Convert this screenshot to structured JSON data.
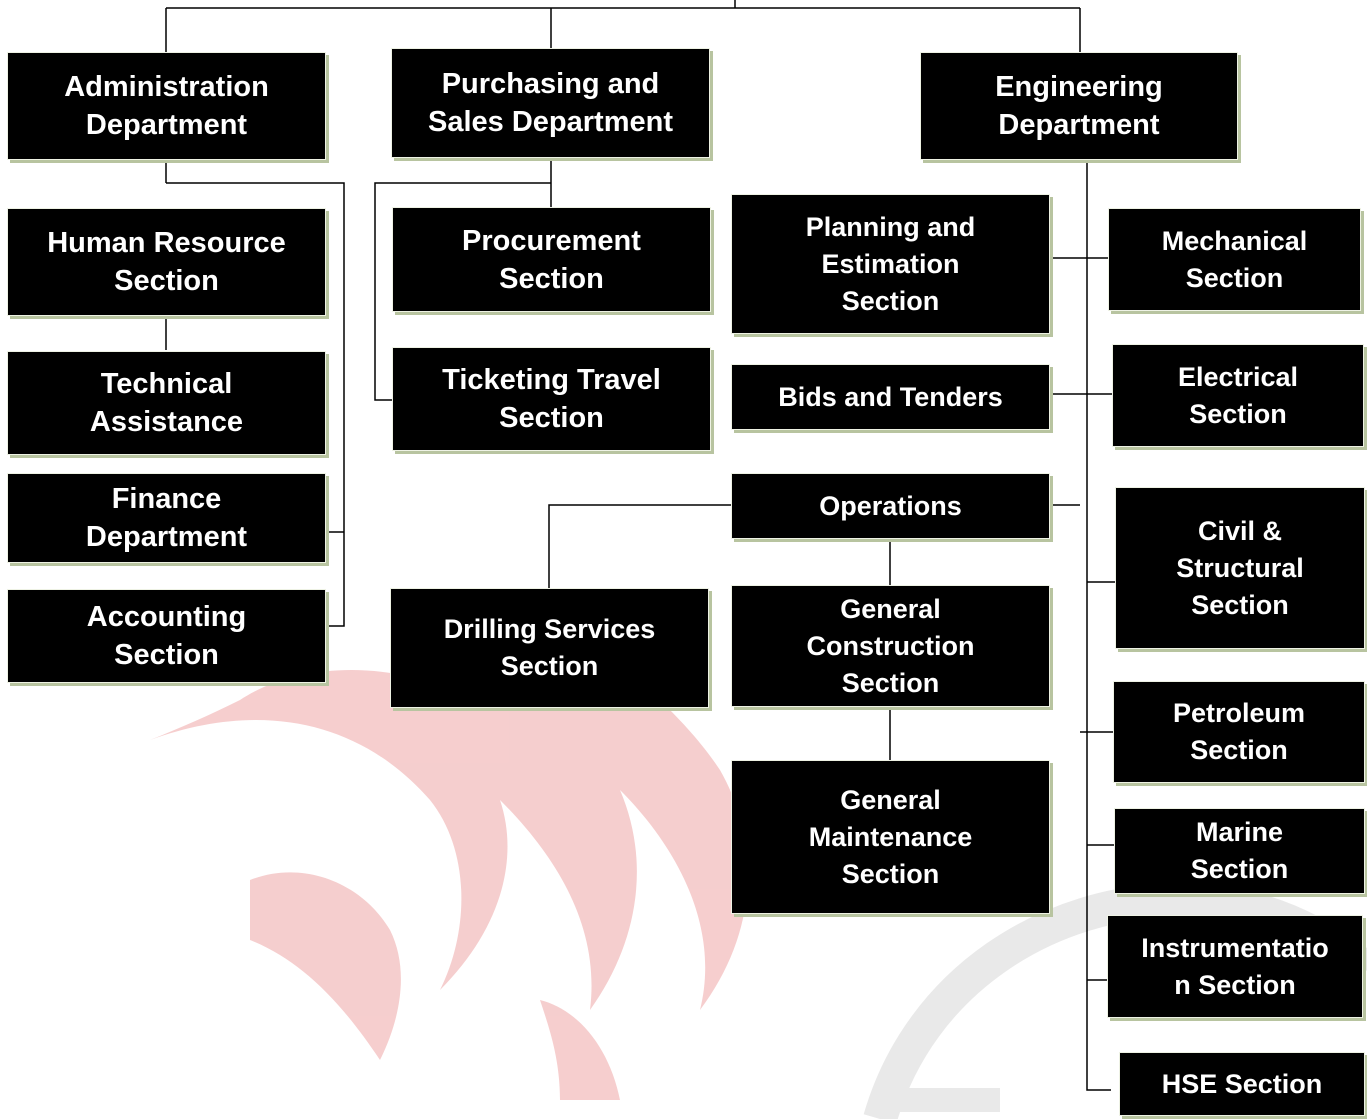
{
  "colors": {
    "box_fill": "#000000",
    "box_text": "#ffffff",
    "connector": "#000000",
    "watermark_red": "#f4c6c6",
    "watermark_grey": "#e9e9e9"
  },
  "departments": {
    "administration": "Administration\nDepartment",
    "purchasing_sales": "Purchasing and\nSales Department",
    "engineering": "Engineering\nDepartment"
  },
  "administration_sections": {
    "human_resource": "Human Resource\nSection",
    "technical_assistance": "Technical\nAssistance",
    "finance": "Finance\nDepartment",
    "accounting": "Accounting\nSection"
  },
  "purchasing_sections": {
    "procurement": "Procurement\nSection",
    "ticketing_travel": "Ticketing Travel\nSection"
  },
  "engineering_left": {
    "planning_estimation": "Planning and\nEstimation\nSection",
    "bids_tenders": "Bids and Tenders",
    "operations": "Operations",
    "drilling_services": "Drilling Services\nSection",
    "general_construction": "General\nConstruction\nSection",
    "general_maintenance": "General\nMaintenance\nSection"
  },
  "engineering_right": {
    "mechanical": "Mechanical\nSection",
    "electrical": "Electrical\nSection",
    "civil_structural": "Civil &\nStructural\nSection",
    "petroleum": "Petroleum\nSection",
    "marine": "Marine\nSection",
    "instrumentation": "Instrumentatio\nn Section",
    "hse": "HSE Section"
  }
}
